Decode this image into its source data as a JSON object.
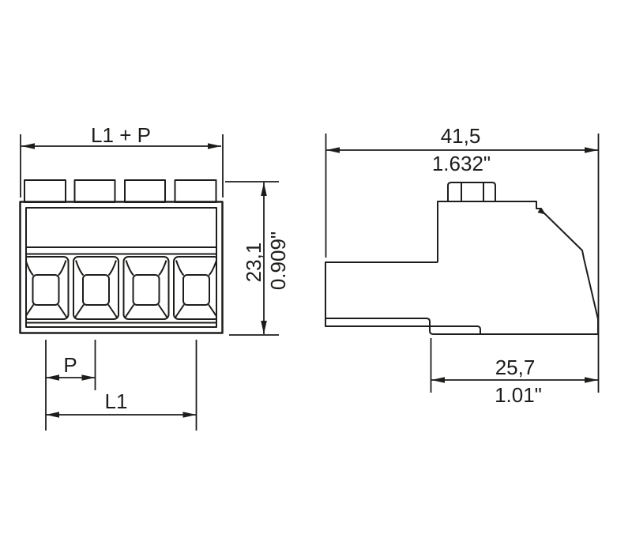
{
  "drawing": {
    "type": "technical-dimension-drawing",
    "front_view": {
      "poles": 4,
      "dim_overall_width_label": "L1 + P",
      "dim_height_mm": "23,1",
      "dim_height_inch": "0.909\"",
      "dim_pitch_label": "P",
      "dim_length_label": "L1"
    },
    "side_view": {
      "dim_width_mm": "41,5",
      "dim_width_inch": "1.632\"",
      "dim_depth_mm": "25,7",
      "dim_depth_inch": "1.01\""
    },
    "colors": {
      "line": "#1d1d1b",
      "background": "#ffffff"
    }
  }
}
